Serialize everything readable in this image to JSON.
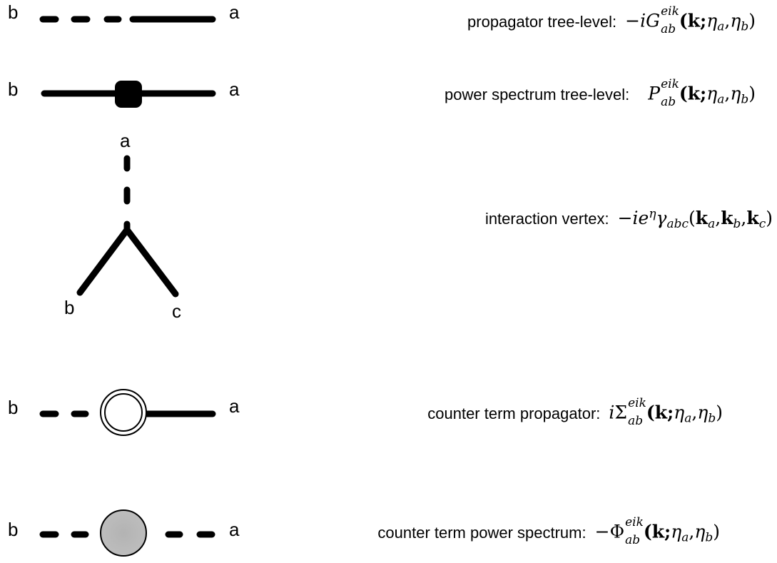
{
  "rows": [
    {
      "id": "propagator",
      "labels": {
        "left": "b",
        "right": "a"
      },
      "description": "propagator tree-level:",
      "formula": {
        "prefix": "−",
        "i": "i",
        "symbol": "G",
        "sup": "eik",
        "sub": "ab",
        "args": "(𝐤;",
        "eta1": "η",
        "s1": "a",
        "comma": ",",
        "eta2": "η",
        "s2": "b",
        "close": ")"
      }
    },
    {
      "id": "power-spectrum",
      "labels": {
        "left": "b",
        "right": "a"
      },
      "description": "power spectrum tree-level:",
      "formula": {
        "symbol": "P",
        "sup": "eik",
        "sub": "ab",
        "args": "(𝐤;",
        "eta1": "η",
        "s1": "a",
        "comma": ",",
        "eta2": "η",
        "s2": "b",
        "close": ")"
      }
    },
    {
      "id": "vertex",
      "labels": {
        "top": "a",
        "left": "b",
        "right": "c"
      },
      "description": "interaction vertex:",
      "formula": {
        "prefix": "−",
        "i": "i",
        "e": "e",
        "esup": "η",
        "gamma": "γ",
        "gsub": "abc",
        "open": "(",
        "k1": "𝐤",
        "k1s": "a",
        "k2": "𝐤",
        "k2s": "b",
        "k3": "𝐤",
        "k3s": "c",
        "close": ")"
      }
    },
    {
      "id": "counter-propagator",
      "labels": {
        "left": "b",
        "right": "a"
      },
      "description": "counter term propagator:",
      "formula": {
        "i": "i",
        "symbol": "Σ",
        "sup": "eik",
        "sub": "ab",
        "args": "(𝐤;",
        "eta1": "η",
        "s1": "a",
        "comma": ",",
        "eta2": "η",
        "s2": "b",
        "close": ")"
      }
    },
    {
      "id": "counter-power",
      "labels": {
        "left": "b",
        "right": "a"
      },
      "description": "counter term power spectrum:",
      "formula": {
        "prefix": "−",
        "symbol": "Φ",
        "sup": "eik",
        "sub": "ab",
        "args": "(𝐤;",
        "eta1": "η",
        "s1": "a",
        "comma": ",",
        "eta2": "η",
        "s2": "b",
        "close": ")"
      }
    }
  ]
}
